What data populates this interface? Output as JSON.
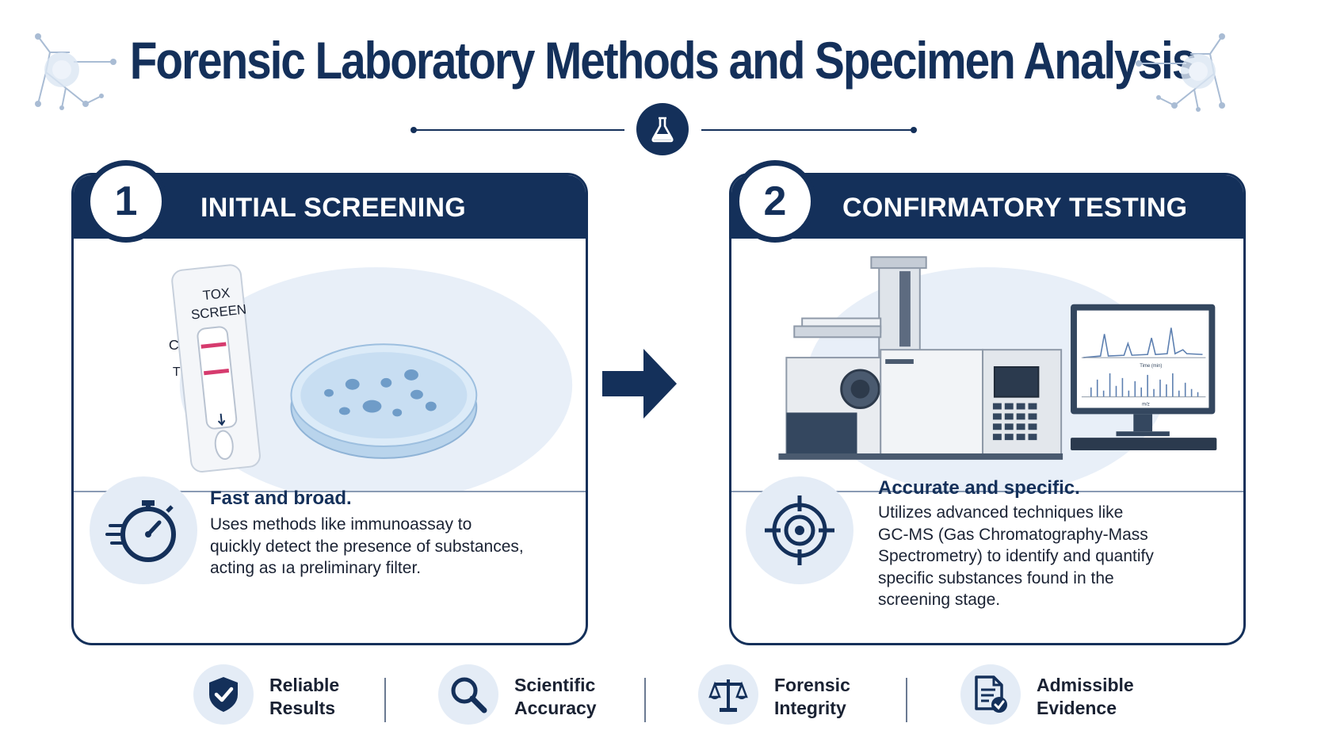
{
  "title": "Forensic Laboratory Methods and Specimen Analysis",
  "steps": [
    {
      "number": "1",
      "heading": "INITIAL SCREENING",
      "test_strip_label_line1": "TOX",
      "test_strip_label_line2": "SCREEN",
      "strip_marks": [
        "C",
        "T"
      ],
      "summary": "Fast and broad.",
      "body_lines": [
        "Uses methods like immunoassay to",
        "quickly detect the presence of substances,",
        "acting as ıa preliminary filter."
      ],
      "icon": "stopwatch-icon"
    },
    {
      "number": "2",
      "heading": "CONFIRMATORY TESTING",
      "monitor_axis_label": "Time (min)",
      "monitor_x_label": "m/z",
      "summary": "Accurate and specific.",
      "body_lines": [
        "Utilizes advanced techniques like",
        "GC-MS (Gas Chromatography-Mass",
        "Spectrometry) to identify and quantify",
        "specific substances found in the",
        "screening stage."
      ],
      "icon": "target-icon"
    }
  ],
  "features": [
    {
      "line1": "Reliable",
      "line2": "Results",
      "icon": "shield-check-icon"
    },
    {
      "line1": "Scientific",
      "line2": "Accuracy",
      "icon": "magnifier-icon"
    },
    {
      "line1": "Forensic",
      "line2": "Integrity",
      "icon": "scales-icon"
    },
    {
      "line1": "Admissible",
      "line2": "Evidence",
      "icon": "document-check-icon"
    }
  ],
  "colors": {
    "navy": "#14305a",
    "pale_blue": "#e4ecf6",
    "test_line": "#d63b6e"
  }
}
